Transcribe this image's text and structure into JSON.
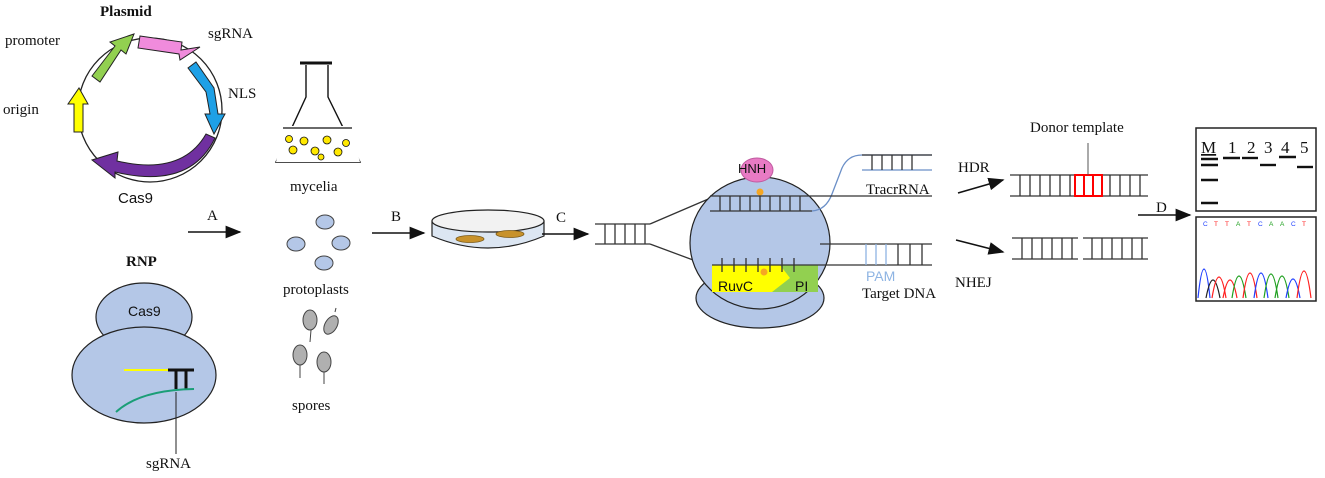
{
  "plasmid": {
    "title": "Plasmid",
    "promoter": "promoter",
    "sgrna": "sgRNA",
    "nls": "NLS",
    "origin": "origin",
    "cas9": "Cas9"
  },
  "rnp": {
    "title": "RNP",
    "cas9": "Cas9",
    "sgrna": "sgRNA"
  },
  "steps": {
    "a": "A",
    "b": "B",
    "c": "C",
    "d": "D"
  },
  "delivery": {
    "mycelia": "mycelia",
    "protoplasts": "protoplasts",
    "spores": "spores"
  },
  "complex": {
    "hnh": "HNH",
    "ruvc": "RuvC",
    "pi": "PI",
    "tracrrna": "TracrRNA",
    "pam": "PAM",
    "target_dna": "Target DNA"
  },
  "repair": {
    "hdr": "HDR",
    "nhej": "NHEJ",
    "donor": "Donor template"
  },
  "gel": {
    "lanes": [
      "M",
      "1",
      "2",
      "3",
      "4",
      "5"
    ]
  },
  "sequence": {
    "bases": [
      "C",
      "T",
      "T",
      "A",
      "T",
      "C",
      "A",
      "A",
      "C",
      "T"
    ]
  },
  "colors": {
    "complex_fill": "#b4c7e7",
    "ruvc": "#ffff00",
    "pi": "#92d050",
    "hnh": "#e87bc4",
    "pam": "#8eb4e3",
    "donor": "#ff0000",
    "promoter_arrow": "#92d050",
    "sgrna_arrow": "#f08bdc",
    "nls_arrow": "#1ea0e6",
    "origin_arrow": "#ffff00",
    "cas9_arrow": "#7030a0",
    "dish_cells": "#c8922b"
  }
}
